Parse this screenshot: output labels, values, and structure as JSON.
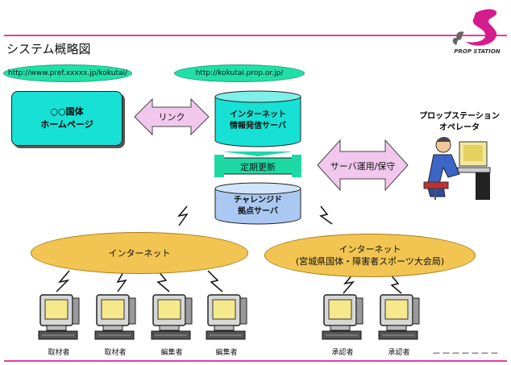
{
  "diagram": {
    "title": "システム概略図",
    "urls": {
      "left": "http://www.pref.xxxxx.jp/kokutai/",
      "right": "http://kokutai.prop.or.jp/"
    },
    "homepage": {
      "line1": "○○国体",
      "line2": "ホームページ"
    },
    "link_label": "リンク",
    "info_server": {
      "line1": "インターネット",
      "line2": "情報発信サーバ"
    },
    "update_label": "定期更新",
    "challenge_server": {
      "line1": "チャレンジド",
      "line2": "拠点サーバ"
    },
    "ops_label": "サーバ運用/保守",
    "operator": {
      "line1": "プロップステーション",
      "line2": "オペレータ"
    },
    "internet_left": "インターネット",
    "internet_right": {
      "line1": "インターネット",
      "line2": "(宮城県国体・障害者スポーツ大会局)"
    },
    "terminals": [
      {
        "label": "取材者"
      },
      {
        "label": "取材者"
      },
      {
        "label": "編集者"
      },
      {
        "label": "編集者"
      },
      {
        "label": "承認者"
      },
      {
        "label": "承認者"
      }
    ],
    "dash_text": "－－－－－－－",
    "logo_text": "PROP STATION"
  }
}
